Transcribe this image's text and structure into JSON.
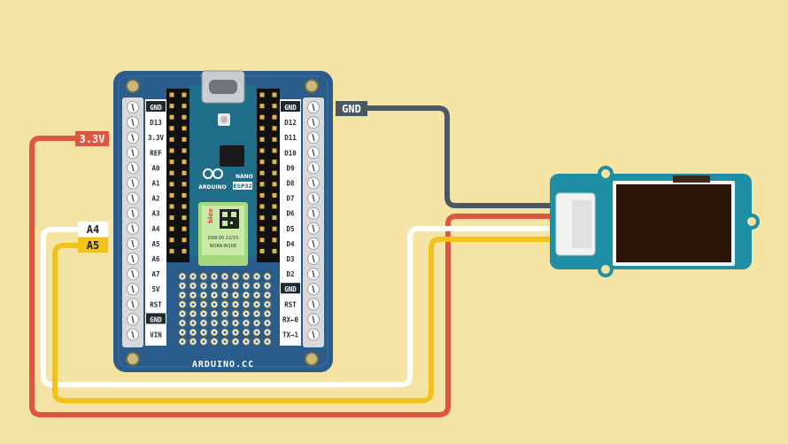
{
  "board": {
    "bottom_label": "ARDUINO.CC",
    "left_pins": [
      "GND",
      "D13",
      "3.3V",
      "REF",
      "A0",
      "A1",
      "A2",
      "A3",
      "A4",
      "A5",
      "A6",
      "A7",
      "5V",
      "RST",
      "GND",
      "VIN"
    ],
    "right_pins": [
      "GND",
      "D12",
      "D11",
      "D10",
      "D9",
      "D8",
      "D7",
      "D6",
      "D5",
      "D4",
      "D3",
      "D2",
      "GND",
      "RST",
      "RX←0",
      "TX→1"
    ],
    "module": {
      "brand": "ARDUINO",
      "model_top": "NANO",
      "model_bottom": "ESP32",
      "chip_line1": "D08-00 22/15",
      "chip_line2": "NORA-W106",
      "chip_brand": "blox"
    }
  },
  "wires": {
    "gnd": {
      "label": "GND",
      "color": "#4a5861"
    },
    "v33": {
      "label": "3.3V",
      "color": "#e0553f"
    },
    "a4": {
      "label": "A4",
      "color": "#ffffff"
    },
    "a5": {
      "label": "A5",
      "color": "#f2c21b"
    }
  },
  "colors": {
    "background": "#f6e4a4",
    "board": "#2a5c8c",
    "sensor_board": "#1f8fa6"
  }
}
